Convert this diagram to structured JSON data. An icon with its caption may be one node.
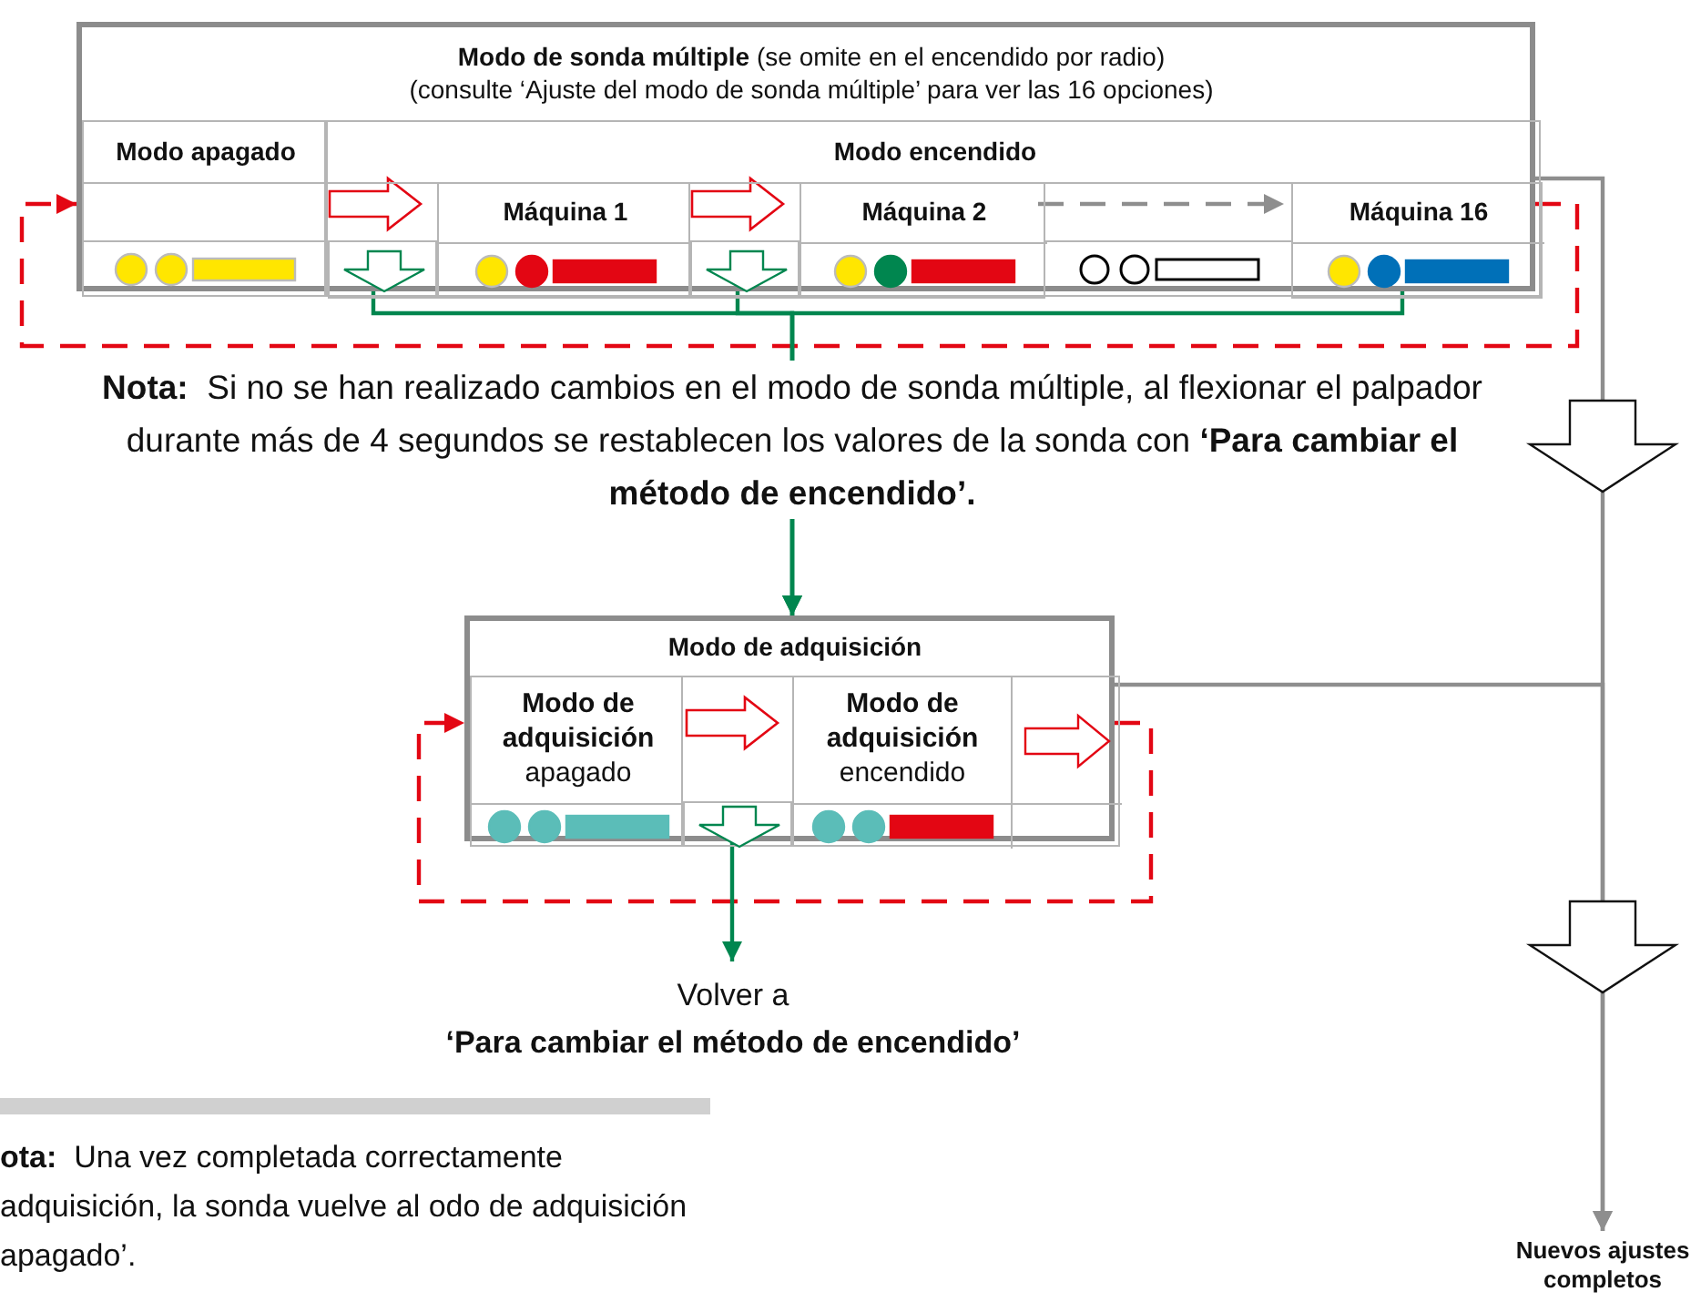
{
  "diagram": {
    "nodes": [
      {
        "text": [
          "**Modo de sonda múltiple** (se omite en el encendido por radio)",
          "(consulte ‘Ajuste del modo de sonda múltiple’ para ver las 16 opciones)"
        ]
      },
      {
        "text": [
          "Modo apagado"
        ],
        "in": 0
      },
      {
        "text": [
          "Modo encendido"
        ],
        "in": 0
      },
      {
        "text": [
          "Máquina 1"
        ],
        "in": 2
      },
      {
        "text": [
          "Máquina 2"
        ],
        "in": 2
      },
      {
        "text": [
          "Máquina 16"
        ],
        "in": 2
      },
      {
        "text": [],
        "shape": "arrow",
        "in": 2
      },
      {
        "text": [],
        "shape": "arrow",
        "in": 2
      },
      {
        "text": [
          "Modo de adquisición"
        ]
      },
      {
        "text": [
          "Modo de adquisición",
          "apagado"
        ],
        "in": 8
      },
      {
        "text": [
          "Modo de adquisición",
          "encendido"
        ],
        "in": 8
      },
      {
        "text": [],
        "shape": "arrow",
        "in": 8
      },
      {
        "text": [
          "Volver a",
          "‘Para cambiar el método de encendido’"
        ]
      },
      {
        "text": [
          "Nuevos ajustes completos"
        ]
      }
    ],
    "edges": [
      {
        "from": 1,
        "to": 3,
        "arrow": "to",
        "style": "thick"
      },
      {
        "from": 3,
        "to": 4,
        "arrow": "to",
        "style": "thick"
      },
      {
        "from": 4,
        "to": 5,
        "arrow": "to",
        "style": "dashed",
        "color": "#8e8e8e"
      },
      {
        "from": 5,
        "to": 1,
        "arrow": "to",
        "style": "dashed",
        "color": "#e30613"
      },
      {
        "from": 6,
        "to": 8,
        "arrow": "to",
        "color": "#00864f"
      },
      {
        "from": 7,
        "to": 8,
        "arrow": "to",
        "color": "#00864f"
      },
      {
        "from": 5,
        "to": 8,
        "arrow": "to",
        "color": "#00864f"
      },
      {
        "from": 0,
        "to": 13,
        "arrow": "to",
        "color": "#8e8e8e"
      },
      {
        "from": 9,
        "to": 10,
        "arrow": "to",
        "style": "thick"
      },
      {
        "from": 10,
        "to": 9,
        "arrow": "to",
        "style": "dashed",
        "color": "#e30613"
      },
      {
        "from": 11,
        "to": 12,
        "arrow": "to",
        "color": "#00864f"
      },
      {
        "from": 8,
        "to": 13,
        "arrow": "to",
        "color": "#8e8e8e"
      }
    ],
    "labels": [
      "**Nota:**  Si no se han realizado cambios en el modo de sonda múltiple, al flexionar el palpador durante más de 4 segundos se restablecen los valores de la sonda con **‘Para cambiar el método de encendido’.**",
      "**ota:**  Una vez completada correctamente adquisición, la sonda vuelve al odo de adquisición apagado’."
    ]
  }
}
